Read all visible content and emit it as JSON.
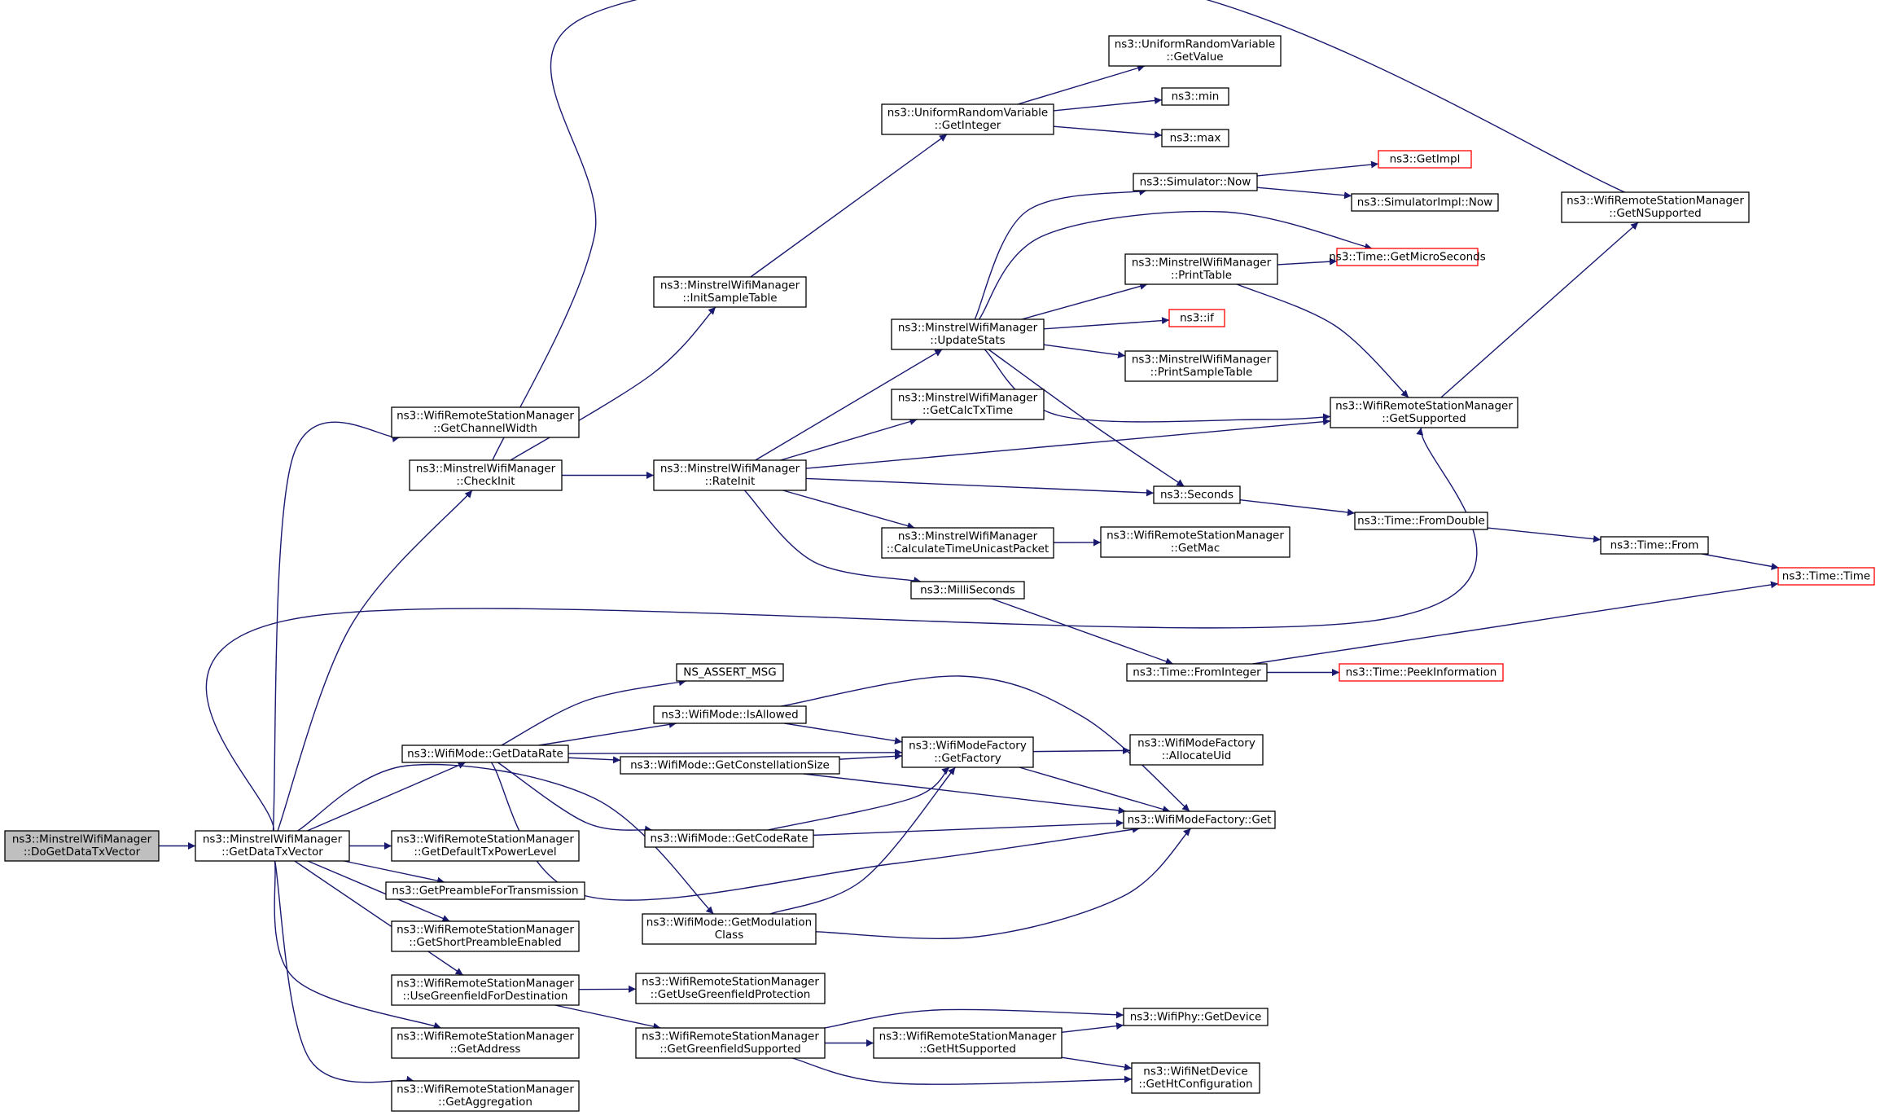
{
  "graph": {
    "colors": {
      "edge": "#191970",
      "node_border": "#000000",
      "node_border_truncated": "#ff0000",
      "node_fill": "#ffffff",
      "root_fill": "#bfbfbf",
      "text": "#000000"
    },
    "nodes": [
      {
        "id": "root",
        "lines": [
          "ns3::MinstrelWifiManager",
          "::DoGetDataTxVector"
        ],
        "root": true
      },
      {
        "id": "gdtv",
        "lines": [
          "ns3::MinstrelWifiManager",
          "::GetDataTxVector"
        ]
      },
      {
        "id": "gcw",
        "lines": [
          "ns3::WifiRemoteStationManager",
          "::GetChannelWidth"
        ]
      },
      {
        "id": "ci",
        "lines": [
          "ns3::MinstrelWifiManager",
          "::CheckInit"
        ]
      },
      {
        "id": "gdr",
        "lines": [
          "ns3::WifiMode::GetDataRate"
        ]
      },
      {
        "id": "gdtpl",
        "lines": [
          "ns3::WifiRemoteStationManager",
          "::GetDefaultTxPowerLevel"
        ]
      },
      {
        "id": "gpft",
        "lines": [
          "ns3::GetPreambleForTransmission"
        ]
      },
      {
        "id": "gspe",
        "lines": [
          "ns3::WifiRemoteStationManager",
          "::GetShortPreambleEnabled"
        ]
      },
      {
        "id": "ugfd",
        "lines": [
          "ns3::WifiRemoteStationManager",
          "::UseGreenfieldForDestination"
        ]
      },
      {
        "id": "gaddr",
        "lines": [
          "ns3::WifiRemoteStationManager",
          "::GetAddress"
        ]
      },
      {
        "id": "gaggr",
        "lines": [
          "ns3::WifiRemoteStationManager",
          "::GetAggregation"
        ]
      },
      {
        "id": "ist",
        "lines": [
          "ns3::MinstrelWifiManager",
          "::InitSampleTable"
        ]
      },
      {
        "id": "ri",
        "lines": [
          "ns3::MinstrelWifiManager",
          "::RateInit"
        ]
      },
      {
        "id": "nam",
        "lines": [
          "NS_ASSERT_MSG"
        ]
      },
      {
        "id": "ia",
        "lines": [
          "ns3::WifiMode::IsAllowed"
        ]
      },
      {
        "id": "gcs",
        "lines": [
          "ns3::WifiMode::GetConstellationSize"
        ]
      },
      {
        "id": "gcr",
        "lines": [
          "ns3::WifiMode::GetCodeRate"
        ]
      },
      {
        "id": "gmc",
        "lines": [
          "ns3::WifiMode::GetModulation",
          "Class"
        ]
      },
      {
        "id": "gugp",
        "lines": [
          "ns3::WifiRemoteStationManager",
          "::GetUseGreenfieldProtection"
        ]
      },
      {
        "id": "ggs",
        "lines": [
          "ns3::WifiRemoteStationManager",
          "::GetGreenfieldSupported"
        ]
      },
      {
        "id": "urv_gi",
        "lines": [
          "ns3::UniformRandomVariable",
          "::GetInteger"
        ]
      },
      {
        "id": "us",
        "lines": [
          "ns3::MinstrelWifiManager",
          "::UpdateStats"
        ]
      },
      {
        "id": "gctt",
        "lines": [
          "ns3::MinstrelWifiManager",
          "::GetCalcTxTime"
        ]
      },
      {
        "id": "ctup",
        "lines": [
          "ns3::MinstrelWifiManager",
          "::CalculateTimeUnicastPacket"
        ]
      },
      {
        "id": "ms",
        "lines": [
          "ns3::MilliSeconds"
        ]
      },
      {
        "id": "wmf_gf",
        "lines": [
          "ns3::WifiModeFactory",
          "::GetFactory"
        ]
      },
      {
        "id": "ghs",
        "lines": [
          "ns3::WifiRemoteStationManager",
          "::GetHtSupported"
        ]
      },
      {
        "id": "urv_gv",
        "lines": [
          "ns3::UniformRandomVariable",
          "::GetValue"
        ]
      },
      {
        "id": "min",
        "lines": [
          "ns3::min"
        ]
      },
      {
        "id": "max",
        "lines": [
          "ns3::max"
        ]
      },
      {
        "id": "snow",
        "lines": [
          "ns3::Simulator::Now"
        ]
      },
      {
        "id": "pt",
        "lines": [
          "ns3::MinstrelWifiManager",
          "::PrintTable"
        ]
      },
      {
        "id": "if",
        "lines": [
          "ns3::if"
        ],
        "truncated": true
      },
      {
        "id": "pst",
        "lines": [
          "ns3::MinstrelWifiManager",
          "::PrintSampleTable"
        ]
      },
      {
        "id": "sec",
        "lines": [
          "ns3::Seconds"
        ]
      },
      {
        "id": "gmac",
        "lines": [
          "ns3::WifiRemoteStationManager",
          "::GetMac"
        ]
      },
      {
        "id": "fi",
        "lines": [
          "ns3::Time::FromInteger"
        ]
      },
      {
        "id": "au",
        "lines": [
          "ns3::WifiModeFactory",
          "::AllocateUid"
        ]
      },
      {
        "id": "wmf_get",
        "lines": [
          "ns3::WifiModeFactory::Get"
        ]
      },
      {
        "id": "wp_gd",
        "lines": [
          "ns3::WifiPhy::GetDevice"
        ]
      },
      {
        "id": "wnd_ghc",
        "lines": [
          "ns3::WifiNetDevice",
          "::GetHtConfiguration"
        ]
      },
      {
        "id": "gimpl",
        "lines": [
          "ns3::GetImpl"
        ],
        "truncated": true
      },
      {
        "id": "simpl_now",
        "lines": [
          "ns3::SimulatorImpl::Now"
        ]
      },
      {
        "id": "gms",
        "lines": [
          "ns3::Time::GetMicroSeconds"
        ],
        "truncated": true
      },
      {
        "id": "gsup",
        "lines": [
          "ns3::WifiRemoteStationManager",
          "::GetSupported"
        ]
      },
      {
        "id": "fd",
        "lines": [
          "ns3::Time::FromDouble"
        ]
      },
      {
        "id": "pi",
        "lines": [
          "ns3::Time::PeekInformation"
        ],
        "truncated": true
      },
      {
        "id": "gns",
        "lines": [
          "ns3::WifiRemoteStationManager",
          "::GetNSupported"
        ]
      },
      {
        "id": "tfrom",
        "lines": [
          "ns3::Time::From"
        ]
      },
      {
        "id": "ttime",
        "lines": [
          "ns3::Time::Time"
        ],
        "truncated": true
      }
    ],
    "edges": [
      [
        "root",
        "gdtv"
      ],
      [
        "gdtv",
        "gcw"
      ],
      [
        "gdtv",
        "ci"
      ],
      [
        "gdtv",
        "gdr"
      ],
      [
        "gdtv",
        "gdtpl"
      ],
      [
        "gdtv",
        "gpft"
      ],
      [
        "gdtv",
        "gspe"
      ],
      [
        "gdtv",
        "ugfd"
      ],
      [
        "gdtv",
        "gaddr"
      ],
      [
        "gdtv",
        "gaggr"
      ],
      [
        "gdtv",
        "gmc"
      ],
      [
        "gdtv",
        "gsup"
      ],
      [
        "ci",
        "ist"
      ],
      [
        "ci",
        "ri"
      ],
      [
        "ci",
        "gns"
      ],
      [
        "ist",
        "urv_gi"
      ],
      [
        "urv_gi",
        "urv_gv"
      ],
      [
        "urv_gi",
        "min"
      ],
      [
        "urv_gi",
        "max"
      ],
      [
        "ri",
        "us"
      ],
      [
        "ri",
        "gctt"
      ],
      [
        "ri",
        "ctup"
      ],
      [
        "ri",
        "ms"
      ],
      [
        "ri",
        "sec"
      ],
      [
        "ri",
        "gsup"
      ],
      [
        "us",
        "snow"
      ],
      [
        "us",
        "gms"
      ],
      [
        "us",
        "pt"
      ],
      [
        "us",
        "if"
      ],
      [
        "us",
        "pst"
      ],
      [
        "us",
        "gsup"
      ],
      [
        "us",
        "sec"
      ],
      [
        "snow",
        "gimpl"
      ],
      [
        "snow",
        "simpl_now"
      ],
      [
        "pt",
        "gms"
      ],
      [
        "pt",
        "gsup"
      ],
      [
        "gsup",
        "gns"
      ],
      [
        "sec",
        "fd"
      ],
      [
        "fd",
        "tfrom"
      ],
      [
        "tfrom",
        "ttime"
      ],
      [
        "ctup",
        "gmac"
      ],
      [
        "ms",
        "fi"
      ],
      [
        "fi",
        "ttime"
      ],
      [
        "fi",
        "pi"
      ],
      [
        "gdr",
        "nam"
      ],
      [
        "gdr",
        "ia"
      ],
      [
        "gdr",
        "wmf_gf"
      ],
      [
        "gdr",
        "gcs"
      ],
      [
        "gdr",
        "gcr"
      ],
      [
        "gdr",
        "wmf_get"
      ],
      [
        "ia",
        "wmf_gf"
      ],
      [
        "ia",
        "wmf_get"
      ],
      [
        "gcs",
        "wmf_gf"
      ],
      [
        "gcs",
        "wmf_get"
      ],
      [
        "gcr",
        "wmf_gf"
      ],
      [
        "gcr",
        "wmf_get"
      ],
      [
        "gmc",
        "wmf_gf"
      ],
      [
        "gmc",
        "wmf_get"
      ],
      [
        "wmf_gf",
        "au"
      ],
      [
        "wmf_gf",
        "wmf_get"
      ],
      [
        "ugfd",
        "gugp"
      ],
      [
        "ugfd",
        "ggs"
      ],
      [
        "ggs",
        "wp_gd"
      ],
      [
        "ggs",
        "ghs"
      ],
      [
        "ggs",
        "wnd_ghc"
      ],
      [
        "ghs",
        "wp_gd"
      ],
      [
        "ghs",
        "wnd_ghc"
      ]
    ]
  }
}
